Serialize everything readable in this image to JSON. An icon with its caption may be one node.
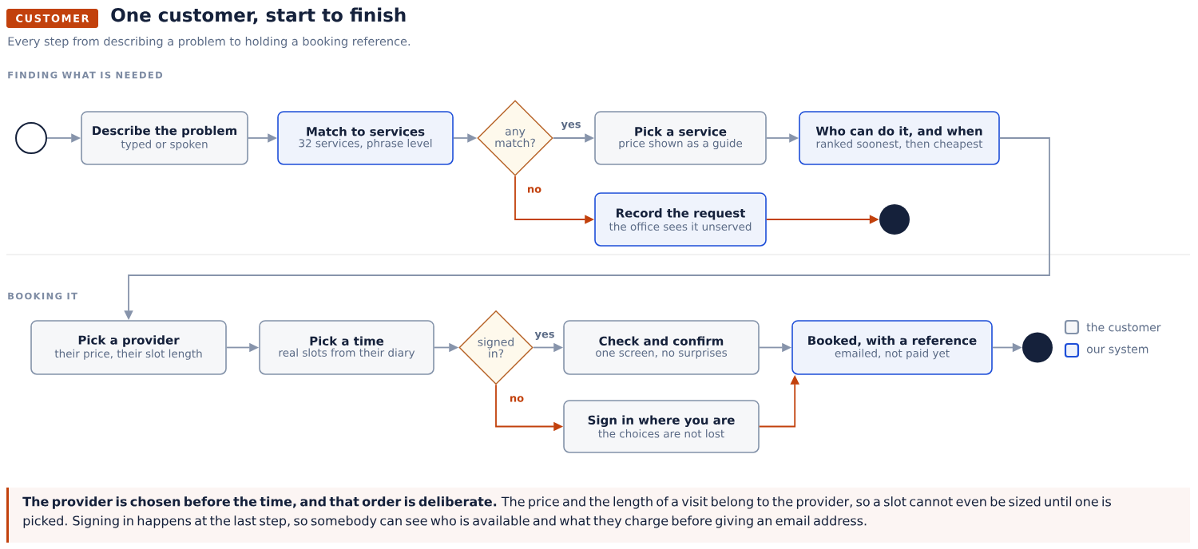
{
  "diagram": {
    "title": "One customer, start to finish",
    "caption": "Every step from describing a problem to holding a booking reference.",
    "nodes": [
      {
        "text": [],
        "shape": "circle"
      },
      {
        "text": [
          "Describe the problem",
          "typed or spoken"
        ]
      },
      {
        "text": [
          "Match to services",
          "32 services, phrase level"
        ]
      },
      {
        "text": [
          "any match?"
        ]
      },
      {
        "text": [
          "Pick a service",
          "price shown as a guide"
        ]
      },
      {
        "text": [
          "Who can do it, and when",
          "ranked soonest, then cheapest"
        ]
      },
      {
        "text": [
          "Record the request",
          "the office sees it unserved"
        ]
      },
      {
        "text": [],
        "shape": "circle"
      },
      {
        "text": [
          "Pick a provider",
          "their price, their slot length"
        ]
      },
      {
        "text": [
          "Pick a time",
          "real slots from their diary"
        ]
      },
      {
        "text": [
          "signed in?"
        ]
      },
      {
        "text": [
          "Check and confirm",
          "one screen, no surprises"
        ]
      },
      {
        "text": [
          "Booked, with a reference",
          "emailed, not paid yet"
        ]
      },
      {
        "text": [
          "Sign in where you are",
          "the choices are not lost"
        ]
      },
      {
        "text": [],
        "shape": "circle"
      }
    ],
    "edges": [
      {
        "from": 0,
        "to": 1,
        "arrow": "to"
      },
      {
        "from": 1,
        "to": 2,
        "arrow": "to"
      },
      {
        "from": 2,
        "to": 3,
        "arrow": "to"
      },
      {
        "from": 3,
        "to": 4,
        "arrow": "to",
        "label": "yes"
      },
      {
        "from": 3,
        "to": 6,
        "arrow": "to",
        "label": "no",
        "color": "#c2410c"
      },
      {
        "from": 4,
        "to": 5,
        "arrow": "to"
      },
      {
        "from": 6,
        "to": 7,
        "arrow": "to",
        "color": "#c2410c"
      },
      {
        "from": 5,
        "to": 8,
        "arrow": "to"
      },
      {
        "from": 8,
        "to": 9,
        "arrow": "to"
      },
      {
        "from": 9,
        "to": 10,
        "arrow": "to"
      },
      {
        "from": 10,
        "to": 11,
        "arrow": "to",
        "label": "yes"
      },
      {
        "from": 10,
        "to": 13,
        "arrow": "to",
        "label": "no",
        "color": "#c2410c"
      },
      {
        "from": 11,
        "to": 12,
        "arrow": "to"
      },
      {
        "from": 13,
        "to": 12,
        "arrow": "to",
        "color": "#c2410c"
      },
      {
        "from": 12,
        "to": 14,
        "arrow": "to"
      }
    ],
    "labels": [
      "CUSTOMER",
      "FINDING WHAT IS NEEDED",
      "BOOKING IT",
      "**The provider is chosen before the time, and that order is deliberate.** The price and the length of a visit belong to the provider, so a slot cannot even be sized until one is picked. Signing in happens at the last step, so somebody can see who is available and what they charge before giving an email address."
    ],
    "legend": [
      {
        "text": "the customer",
        "color": "#8392a9"
      },
      {
        "text": "our system",
        "color": "#1d4ed8"
      }
    ]
  }
}
